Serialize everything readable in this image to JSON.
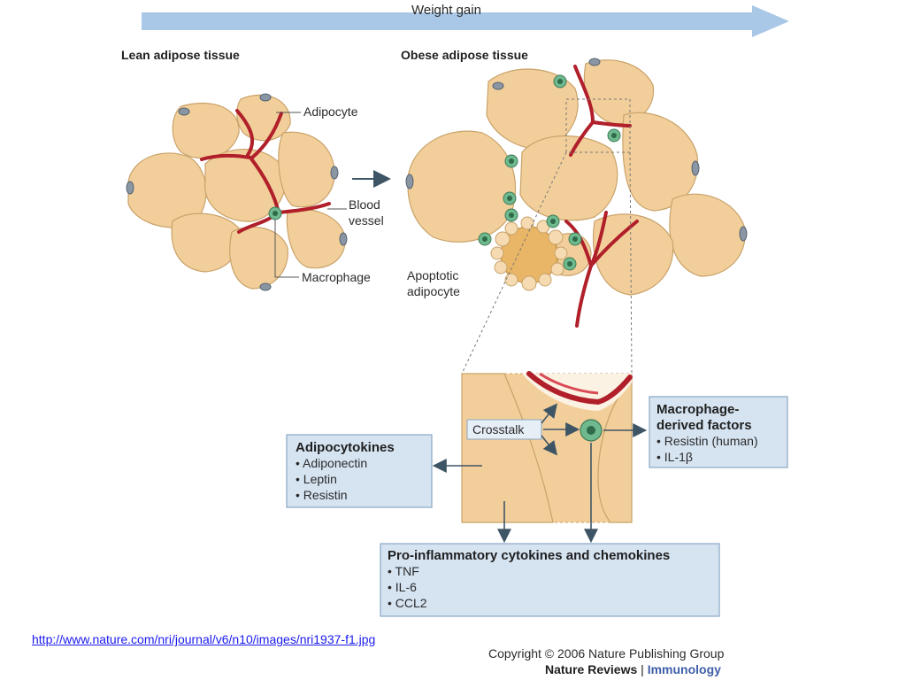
{
  "header": {
    "weight_gain": "Weight gain"
  },
  "lean": {
    "title": "Lean adipose tissue",
    "adipocyte": "Adipocyte",
    "blood_vessel_1": "Blood",
    "blood_vessel_2": "vessel",
    "macrophage": "Macrophage"
  },
  "obese": {
    "title": "Obese adipose tissue",
    "apoptotic_1": "Apoptotic",
    "apoptotic_2": "adipocyte"
  },
  "inset": {
    "crosstalk": "Crosstalk"
  },
  "adipocytokines": {
    "title": "Adipocytokines",
    "items": [
      "• Adiponectin",
      "• Leptin",
      "• Resistin"
    ]
  },
  "macrophage_factors": {
    "title_1": "Macrophage-",
    "title_2": "derived factors",
    "items": [
      "• Resistin (human)",
      "• IL-1β"
    ]
  },
  "proinflammatory": {
    "title": "Pro-inflammatory cytokines and chemokines",
    "items": [
      "• TNF",
      "• IL-6",
      "• CCL2"
    ]
  },
  "footer": {
    "link": "http://www.nature.com/nri/journal/v6/n10/images/nri1937-f1.jpg",
    "copyright": "Copyright © 2006 Nature Publishing Group",
    "journal": "Nature Reviews",
    "separator": " | ",
    "section": "Immunology"
  },
  "colors": {
    "adipocyte_fill": "#f2cf9a",
    "adipocyte_stroke": "#c9a26a",
    "vessel": "#b01f2a",
    "macrophage": "#6fb98f",
    "box_fill": "#d6e4f2",
    "box_stroke": "#8aa7c4",
    "arrow_blue": "#6fa8dc",
    "arrow_dark": "#3e5566"
  }
}
